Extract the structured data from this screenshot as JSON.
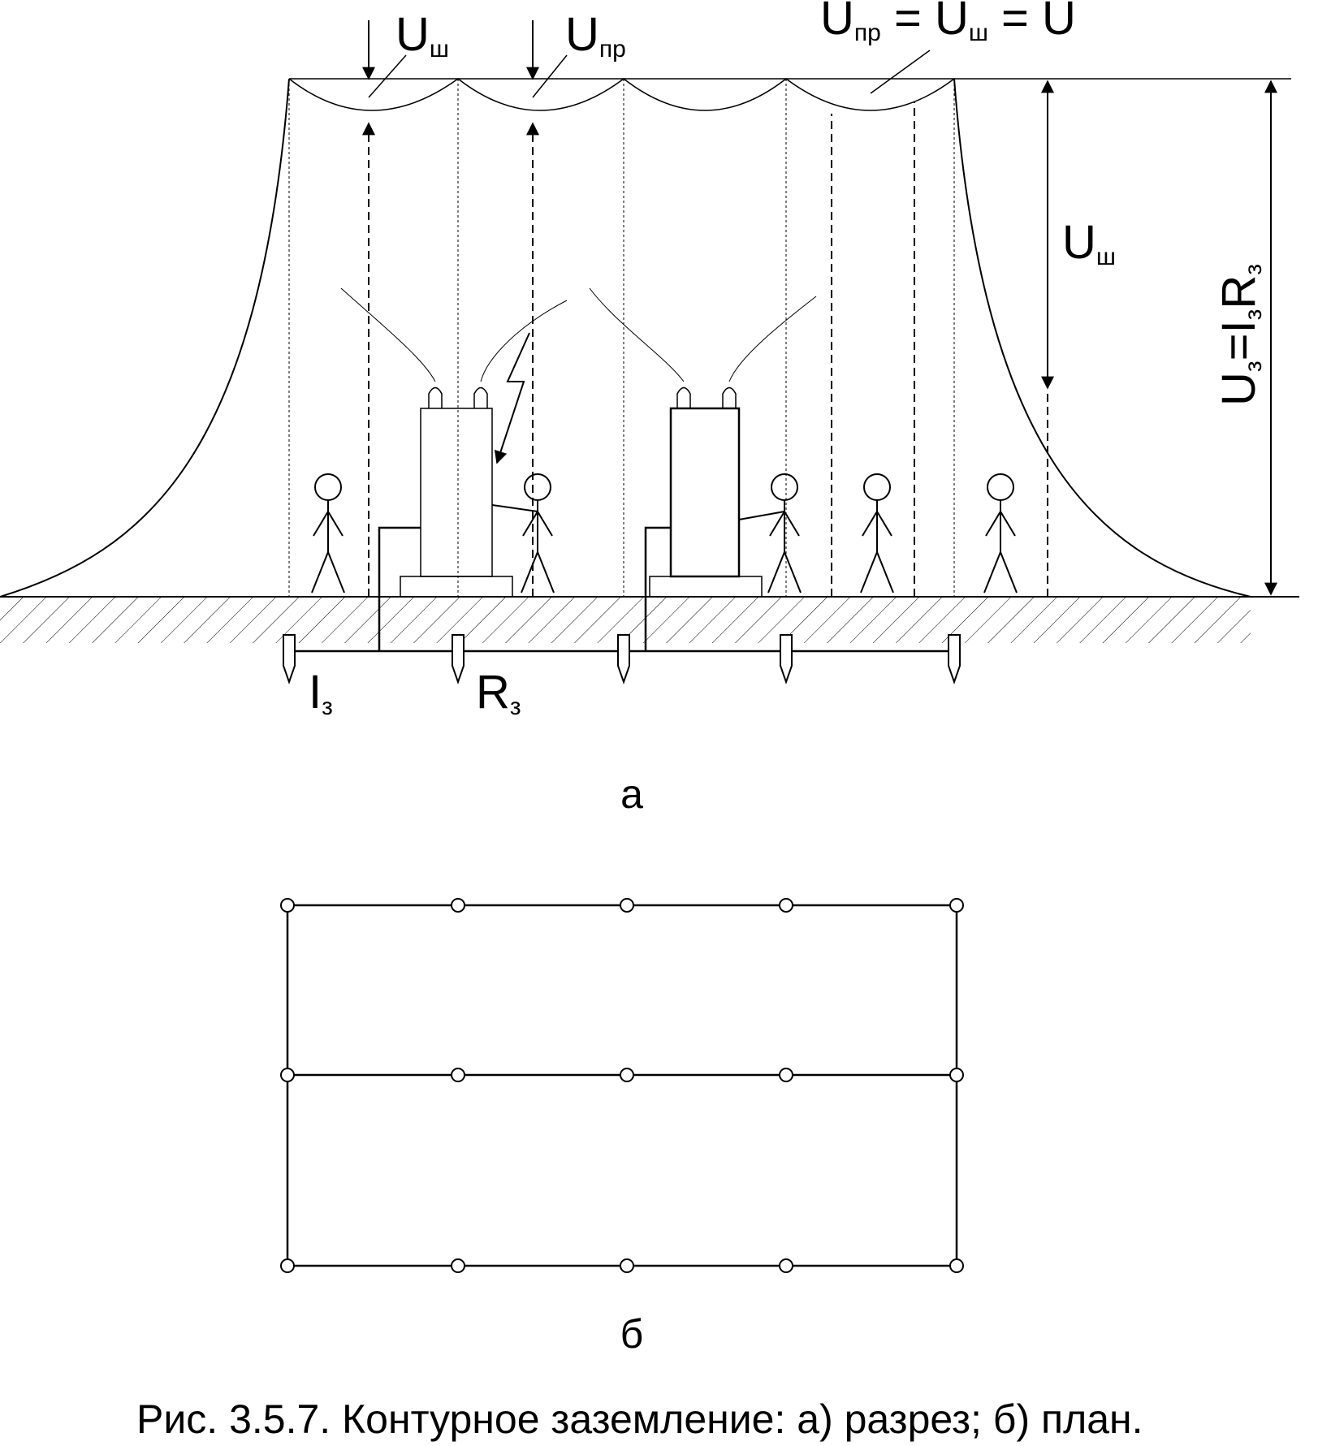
{
  "figure": {
    "caption": "Рис. 3.5.7.  Контурное заземление: а) разрез; б) план.",
    "panel_a_label": "а",
    "panel_b_label": "б"
  },
  "labels": {
    "u_step": {
      "main": "U",
      "sub": "ш"
    },
    "u_touch": {
      "main": "U",
      "sub": "пр"
    },
    "equality": {
      "u1": "U",
      "s1": "пр",
      "eq1": " = ",
      "u2": "U",
      "s2": "ш",
      "eq2": " = ",
      "u3": "U"
    },
    "u_step_right": {
      "main": "U",
      "sub": "ш"
    },
    "u_ground": {
      "u": "U",
      "s1": "з",
      "eq": "=I",
      "s2": "з",
      "r": "R",
      "s3": "з"
    },
    "i_ground": {
      "main": "I",
      "sub": "з"
    },
    "r_ground": {
      "main": "R",
      "sub": "з"
    }
  },
  "icons": [
    "person-icon",
    "transformer-icon",
    "ground-electrode-icon",
    "lightning-bolt-icon"
  ],
  "colors": {
    "ink": "#000000",
    "background": "#ffffff"
  }
}
